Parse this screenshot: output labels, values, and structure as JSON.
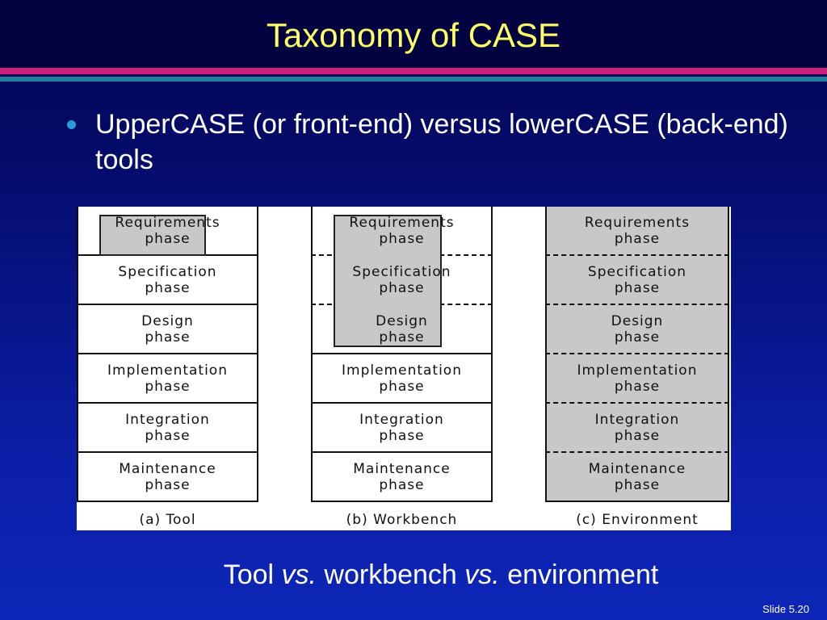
{
  "slide": {
    "title": "Taxonomy of CASE",
    "bullet": "UpperCASE (or front-end) versus lowerCASE (back-end) tools",
    "slide_number": "Slide 5.20"
  },
  "figure": {
    "phases": [
      "Requirements\nphase",
      "Specification\nphase",
      "Design\nphase",
      "Implementation\nphase",
      "Integration\nphase",
      "Maintenance\nphase"
    ],
    "captions": [
      "(a) Tool",
      "(b) Workbench",
      "(c) Environment"
    ]
  },
  "figure_caption": {
    "part1": "Tool",
    "vs1": "vs.",
    "part2": "workbench",
    "vs2": "vs.",
    "part3": "environment"
  },
  "colors": {
    "title": "#ffff66",
    "stripe_magenta": "#cc1f78",
    "stripe_teal": "#1f7f9a",
    "bullet": "#2a9ad6",
    "shaded_phase": "#c8c8c8"
  }
}
